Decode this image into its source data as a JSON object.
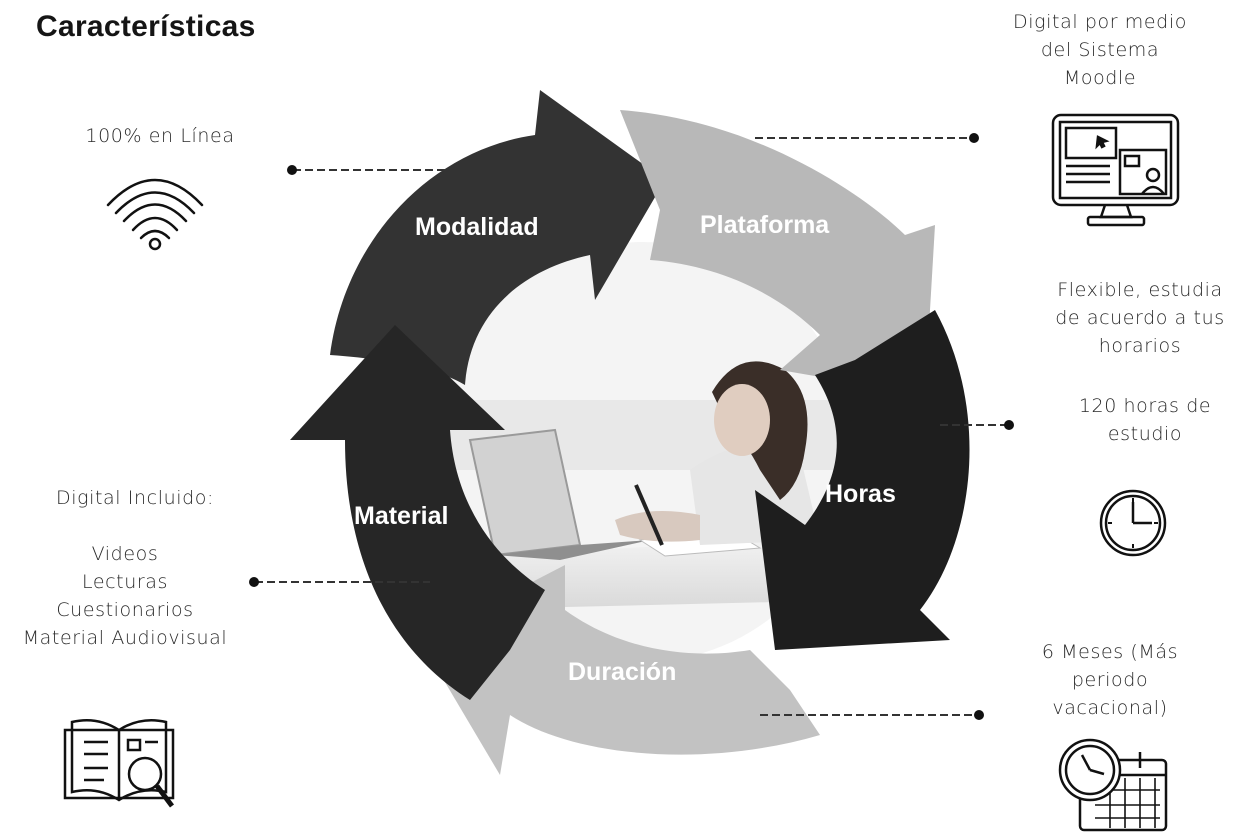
{
  "title": "Características",
  "segments": [
    {
      "id": "modalidad",
      "label": "Modalidad",
      "color": "#333333",
      "caption": [
        "100% en Línea"
      ],
      "icon": "wifi-icon"
    },
    {
      "id": "plataforma",
      "label": "Plataforma",
      "color": "#b8b8b8",
      "caption": [
        "Digital por medio",
        "del Sistema",
        "Moodle"
      ],
      "icon": "monitor-icon"
    },
    {
      "id": "horas",
      "label": "Horas",
      "color": "#1e1e1e",
      "caption": [
        "Flexible, estudia",
        "de acuerdo a tus",
        "horarios"
      ],
      "caption2": [
        "120 horas de",
        "estudio"
      ],
      "icon": "clock-icon"
    },
    {
      "id": "duracion",
      "label": "Duración",
      "color": "#c2c2c2",
      "caption": [
        "6 Meses (Más",
        "periodo",
        "vacacional)"
      ],
      "icon": "calendar-clock-icon"
    },
    {
      "id": "material",
      "label": "Material",
      "color": "#262626",
      "caption": [
        "Digital Incluido:"
      ],
      "caption2": [
        "Videos",
        "Lecturas",
        "Cuestionarios",
        "Material Audiovisual"
      ],
      "icon": "book-search-icon"
    }
  ],
  "center_image": "woman-studying-laptop"
}
